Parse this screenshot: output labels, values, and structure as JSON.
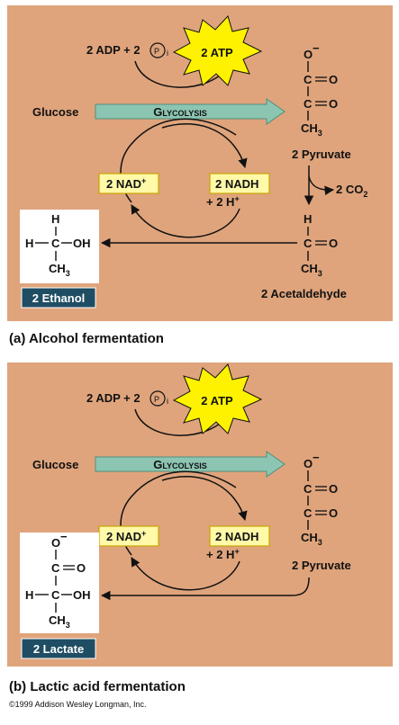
{
  "colors": {
    "panel": "#dfa47c",
    "arrow_fill": "#8cc5b2",
    "arrow_stroke": "#4f8f7d",
    "starburst": "#fff200",
    "box_fill": "#fff9a8",
    "box_stroke": "#c9a400",
    "product_label_bg": "#1f4d63",
    "product_label_text": "#ffffff",
    "structure_bg": "#ffffff",
    "line": "#111111"
  },
  "panel_a": {
    "adp_text": "2 ADP + 2",
    "pi_symbol": "P",
    "pi_subscript": "i",
    "atp_label": "2 ATP",
    "glucose_label": "Glucose",
    "glycolysis_label": "Glycolysis",
    "nad_label": "2 NAD",
    "nad_sup": "+",
    "nadh_label": "2 NADH",
    "h_label": "+ 2 H",
    "h_sup": "+",
    "pyruvate_label": "2 Pyruvate",
    "co2_label": "2 CO",
    "co2_sub": "2",
    "acetaldehyde_label": "2 Acetaldehyde",
    "product_label": "2 Ethanol",
    "caption": "(a) Alcohol fermentation",
    "pyruvate_atoms": {
      "o_minus": "O",
      "minus": "−",
      "c1": "C",
      "o1": "O",
      "c2": "C",
      "o2": "O",
      "ch": "CH",
      "sub3": "3"
    },
    "acetaldehyde_atoms": {
      "h": "H",
      "c": "C",
      "o": "O",
      "ch": "CH",
      "sub3": "3"
    },
    "ethanol_atoms": {
      "h_top": "H",
      "h_left": "H",
      "c": "C",
      "oh": "OH",
      "ch": "CH",
      "sub3": "3"
    }
  },
  "panel_b": {
    "adp_text": "2 ADP + 2",
    "pi_symbol": "P",
    "pi_subscript": "i",
    "atp_label": "2 ATP",
    "glucose_label": "Glucose",
    "glycolysis_label": "Glycolysis",
    "nad_label": "2 NAD",
    "nad_sup": "+",
    "nadh_label": "2 NADH",
    "h_label": "+ 2 H",
    "h_sup": "+",
    "pyruvate_label": "2 Pyruvate",
    "product_label": "2 Lactate",
    "caption": "(b) Lactic acid fermentation",
    "pyruvate_atoms": {
      "o_minus": "O",
      "minus": "−",
      "c1": "C",
      "o1": "O",
      "c2": "C",
      "o2": "O",
      "ch": "CH",
      "sub3": "3"
    },
    "lactate_atoms": {
      "o_minus": "O",
      "minus": "−",
      "c1": "C",
      "o1": "O",
      "h_left": "H",
      "c2": "C",
      "oh": "OH",
      "ch": "CH",
      "sub3": "3"
    }
  },
  "copyright": "©1999 Addison Wesley Longman, Inc."
}
